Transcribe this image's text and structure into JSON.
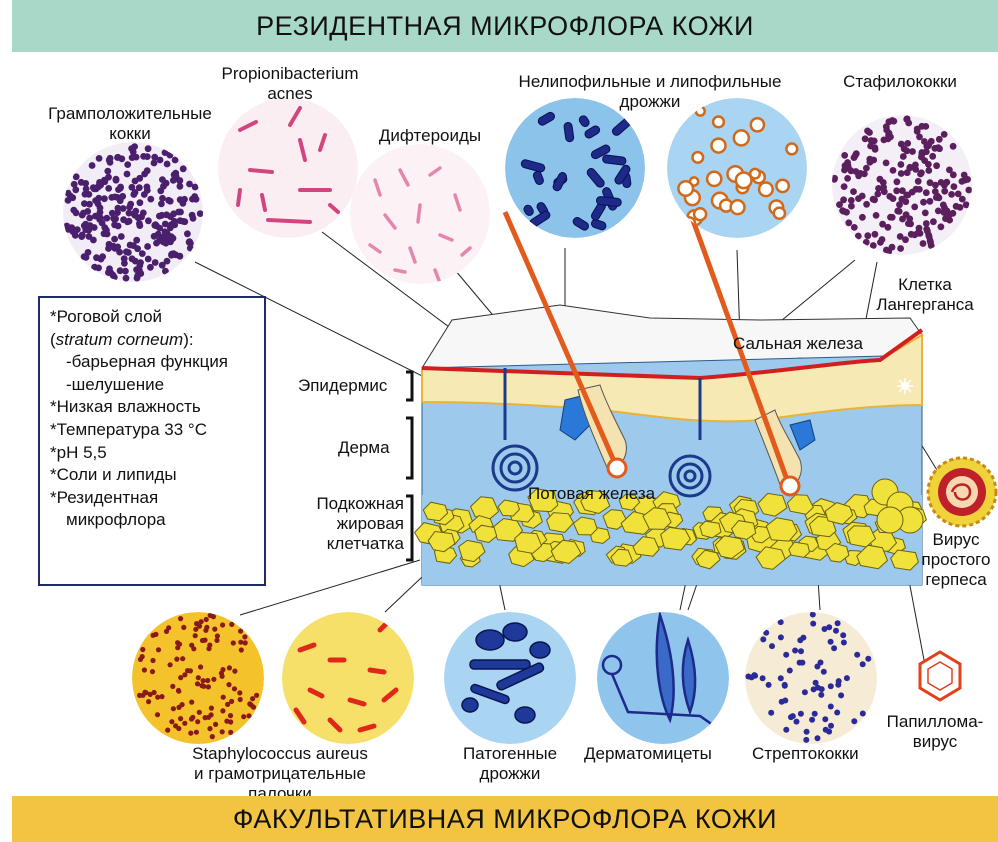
{
  "banner_top": "РЕЗИДЕНТНАЯ МИКРОФЛОРА КОЖИ",
  "banner_bottom": "ФАКУЛЬТАТИВНАЯ МИКРОФЛОРА КОЖИ",
  "colors": {
    "banner_top": "#a8d8c8",
    "banner_bottom": "#f2c442",
    "box_border": "#1d2a6c",
    "hair": "#e25a1c",
    "epidermis_line": "#d21e1e",
    "fat": "#f0e23a",
    "dermis": "#9cc9ec"
  },
  "top_labels": {
    "gram_pos_l1": "Грамположительные",
    "gram_pos_l2": "кокки",
    "propioni_l1": "Propionibacterium",
    "propioni_l2": "acnes",
    "diphtheroids": "Дифтероиды",
    "yeast_l1": "Нелипофильные и липофильные",
    "yeast_l2": "дрожжи",
    "staph": "Стафилококки"
  },
  "layer_labels": {
    "epidermis": "Эпидермис",
    "dermis": "Дерма",
    "subq_l1": "Подкожная",
    "subq_l2": "жировая",
    "subq_l3": "клетчатка"
  },
  "structure_labels": {
    "langerhans_l1": "Клетка",
    "langerhans_l2": "Лангерганса",
    "sebaceous": "Сальная железа",
    "sweat": "Потовая железа",
    "herpes_l1": "Вирус",
    "herpes_l2": "простого",
    "herpes_l3": "герпеса",
    "papilloma_l1": "Папиллома-",
    "papilloma_l2": "вирус"
  },
  "info_box": {
    "line1": "*Роговой слой",
    "line2_open": "(",
    "line2_italic": "stratum corneum",
    "line2_close": "):",
    "line3": "-барьерная функция",
    "line4": "-шелушение",
    "line5": "*Низкая влажность",
    "line6": "*Температура  33 °С",
    "line7": "*рН   5,5",
    "line8": "*Соли и липиды",
    "line9": "*Резидентная",
    "line10": "микрофлора"
  },
  "bottom_labels": {
    "staph_aureus_l1": "Staphylococcus aureus",
    "staph_aureus_l2": "и грамотрицательные",
    "staph_aureus_l3": "палочки",
    "patho_yeast_l1": "Патогенные",
    "patho_yeast_l2": "дрожжи",
    "dermato": "Дерматомицеты",
    "strepto": "Стрептококки"
  }
}
